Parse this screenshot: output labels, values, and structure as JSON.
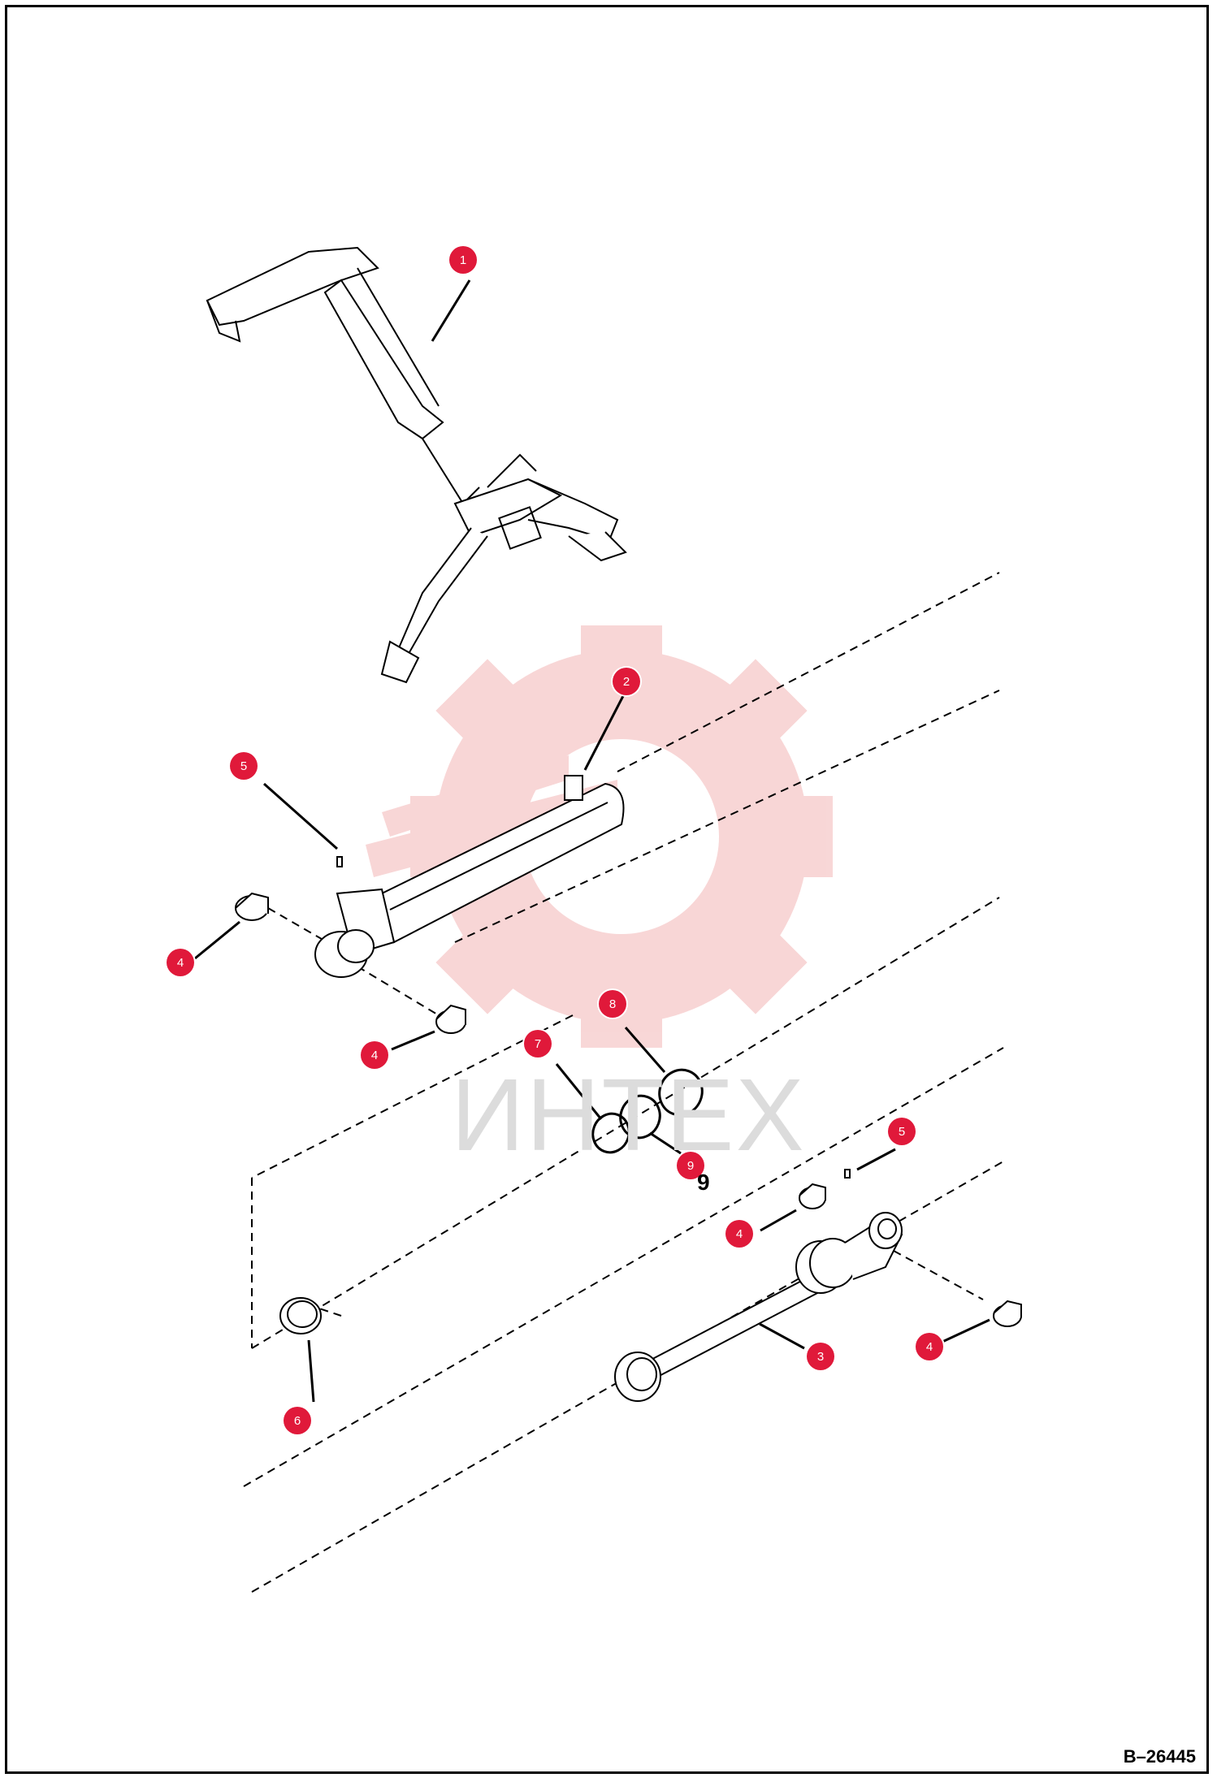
{
  "watermark": {
    "text": "ИНТЕХ",
    "color": "#f5c7c7"
  },
  "figure_number": "B–26445",
  "callout_color": "#e0193a",
  "callouts": [
    {
      "label": "1"
    },
    {
      "label": "2"
    },
    {
      "label": "5"
    },
    {
      "label": "4"
    },
    {
      "label": "4"
    },
    {
      "label": "8"
    },
    {
      "label": "7"
    },
    {
      "label": "9"
    },
    {
      "label": "5"
    },
    {
      "label": "4"
    },
    {
      "label": "3"
    },
    {
      "label": "4"
    },
    {
      "label": "6"
    }
  ],
  "printed_refs": [
    {
      "label": "9"
    }
  ]
}
